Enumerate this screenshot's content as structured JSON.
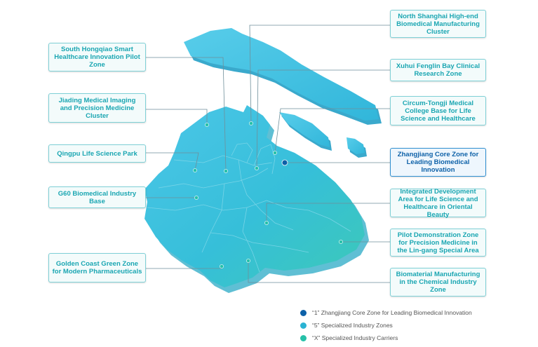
{
  "colors": {
    "core": "#0d61a8",
    "specialized": "#2bb3d3",
    "carriers": "#26c0a8",
    "label_text": "#1aa6b2"
  },
  "labels": {
    "south_hongqiao": "South Hongqiao Smart Healthcare Innovation Pilot Zone",
    "jiading": "Jiading Medical Imaging and Precision Medicine Cluster",
    "qingpu": "Qingpu Life Science Park",
    "g60": "G60 Biomedical Industry Base",
    "golden_coast": "Golden Coast Green Zone for Modern Pharmaceuticals",
    "north_shanghai": "North Shanghai High-end Biomedical Manufacturing Cluster",
    "xuhui": "Xuhui Fenglin Bay Clinical Research Zone",
    "tongji": "Circum-Tongji Medical College Base for Life Science and Healthcare",
    "zhangjiang": "Zhangjiang Core Zone for Leading Biomedical Innovation",
    "oriental_beauty": "Integrated Development Area for Life Science and Healthcare in Oriental Beauty",
    "lingang": "Pilot Demonstration Zone for Precision Medicine in the Lin-gang Special Area",
    "biomaterial": "Biomaterial Manufacturing in the Chemical Industry Zone"
  },
  "legend": {
    "core": {
      "text": "“1” Zhangjiang Core Zone for Leading Biomedical Innovation",
      "color": "#0d61a8"
    },
    "specialized": {
      "text": "“5” Specialized Industry Zones",
      "color": "#2bb3d3"
    },
    "carriers": {
      "text": "“X” Specialized Industry Carriers",
      "color": "#26c0a8"
    }
  }
}
